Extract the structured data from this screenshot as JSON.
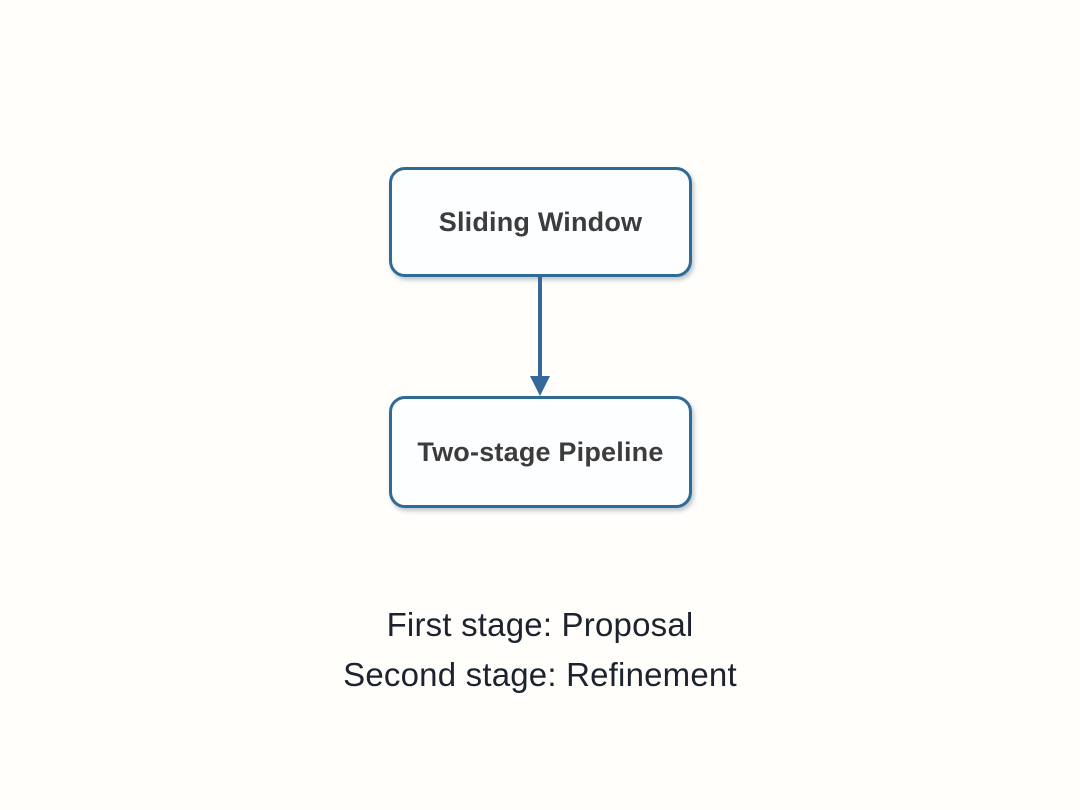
{
  "diagram": {
    "nodes": [
      {
        "id": "sliding-window",
        "label": "Sliding Window"
      },
      {
        "id": "two-stage-pipeline",
        "label": "Two-stage Pipeline"
      }
    ],
    "connector": {
      "from": "sliding-window",
      "to": "two-stage-pipeline",
      "direction": "down",
      "style": "arrow"
    },
    "caption": {
      "line1": "First stage: Proposal",
      "line2": "Second stage: Refinement"
    },
    "colors": {
      "background": "#fffefb",
      "node_fill": "#fdfeff",
      "node_border": "#2e6b95",
      "node_text": "#3c3c3c",
      "arrow": "#38689b",
      "caption_text": "#1c222e"
    }
  }
}
